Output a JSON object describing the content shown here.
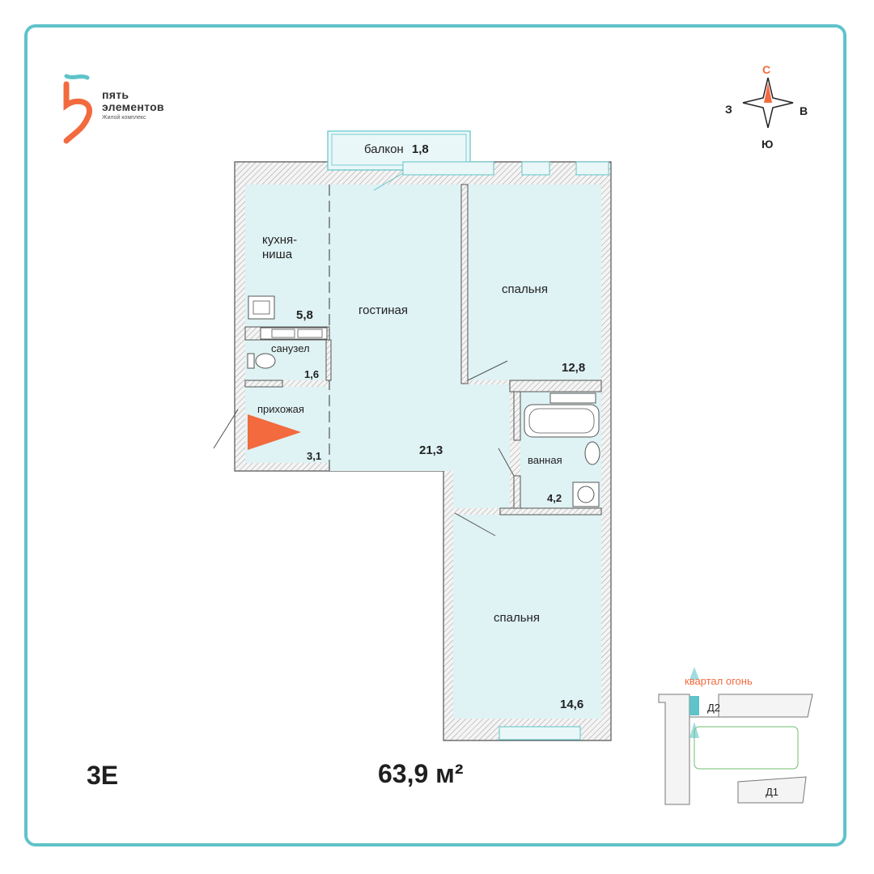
{
  "brand": {
    "name_line1": "пять",
    "name_line2": "элементов",
    "subtitle": "Жилой комплекс"
  },
  "compass": {
    "north": "С",
    "south": "Ю",
    "west": "З",
    "east": "В"
  },
  "rooms": {
    "balcony": {
      "label": "балкон",
      "area": "1,8"
    },
    "kitchen": {
      "label_line1": "кухня-",
      "label_line2": "ниша",
      "area": "5,8"
    },
    "living": {
      "label": "гостиная",
      "area": "21,3"
    },
    "bedroom1": {
      "label": "спальня",
      "area": "12,8"
    },
    "wc": {
      "label": "санузел",
      "area": "1,6"
    },
    "hall": {
      "label": "прихожая",
      "area": "3,1"
    },
    "bath": {
      "label": "ванная",
      "area": "4,2"
    },
    "bedroom2": {
      "label": "спальня",
      "area": "14,6"
    }
  },
  "apartment": {
    "type": "3Е",
    "area": "63,9 м²"
  },
  "minimap": {
    "quarter": "квартал огонь",
    "building_d2": "Д2",
    "building_d1": "Д1"
  },
  "colors": {
    "frame": "#5fc3c9",
    "room_fill": "#dff2f4",
    "accent": "#f26a3d",
    "wall": "#555555"
  }
}
